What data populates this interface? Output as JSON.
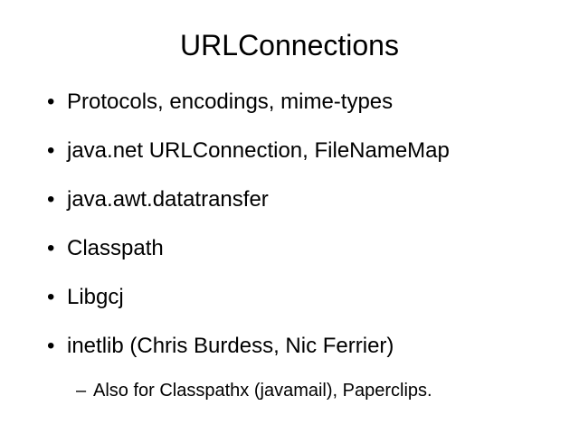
{
  "slide": {
    "title": "URLConnections",
    "bullets": [
      "Protocols, encodings, mime-types",
      "java.net URLConnection, FileNameMap",
      "java.awt.datatransfer",
      "Classpath",
      "Libgcj",
      "inetlib (Chris Burdess, Nic Ferrier)"
    ],
    "sub_bullet": "Also for Classpathx (javamail), Paperclips.",
    "bullet_glyph": "•",
    "sub_glyph": "–"
  }
}
